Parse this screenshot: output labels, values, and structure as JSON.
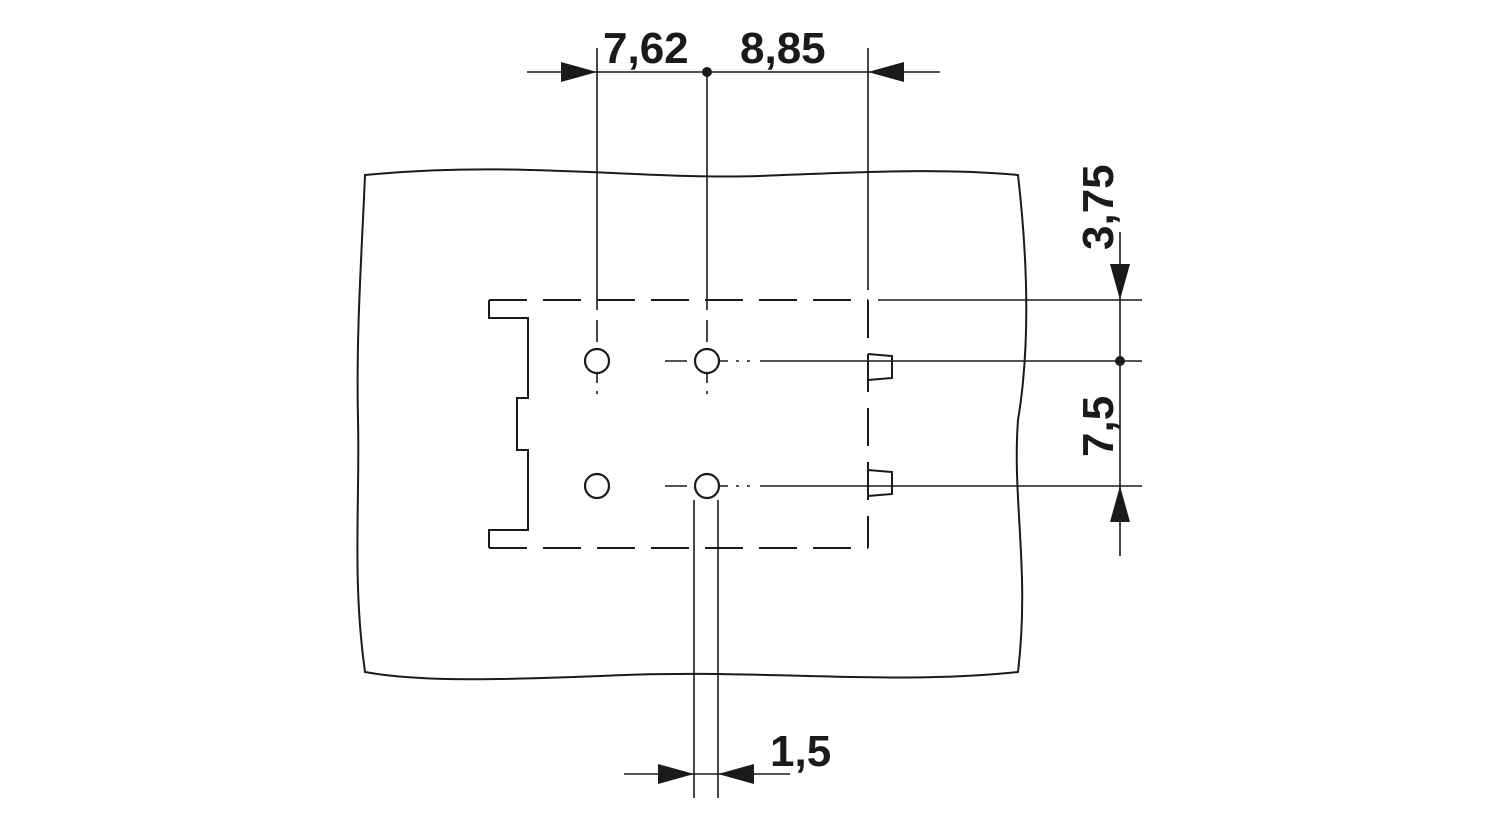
{
  "drawing": {
    "dimensions": {
      "pitch_left": "7,62",
      "pitch_right": "8,85",
      "top_offset": "3,75",
      "row_pitch": "7,5",
      "hole_diameter": "1,5"
    },
    "colors": {
      "ink": "#1a1a1a",
      "background": "#ffffff"
    }
  }
}
